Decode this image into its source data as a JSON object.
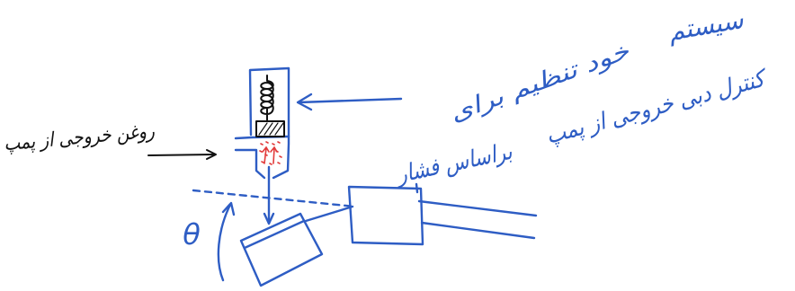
{
  "labels": {
    "title_word": "سیستم",
    "line_1": "خود تنظیم برای",
    "line_2": "کنترل دبی خروجی از پمپ",
    "line_3": "براساس فشار",
    "pump_outlet": "روغن خروجی از پمپ",
    "angle_symbol": "θ"
  },
  "colors": {
    "ink_blue": "#2e5dc4",
    "ink_black": "#111111",
    "ink_red": "#e23b3b",
    "background": "#ffffff"
  }
}
